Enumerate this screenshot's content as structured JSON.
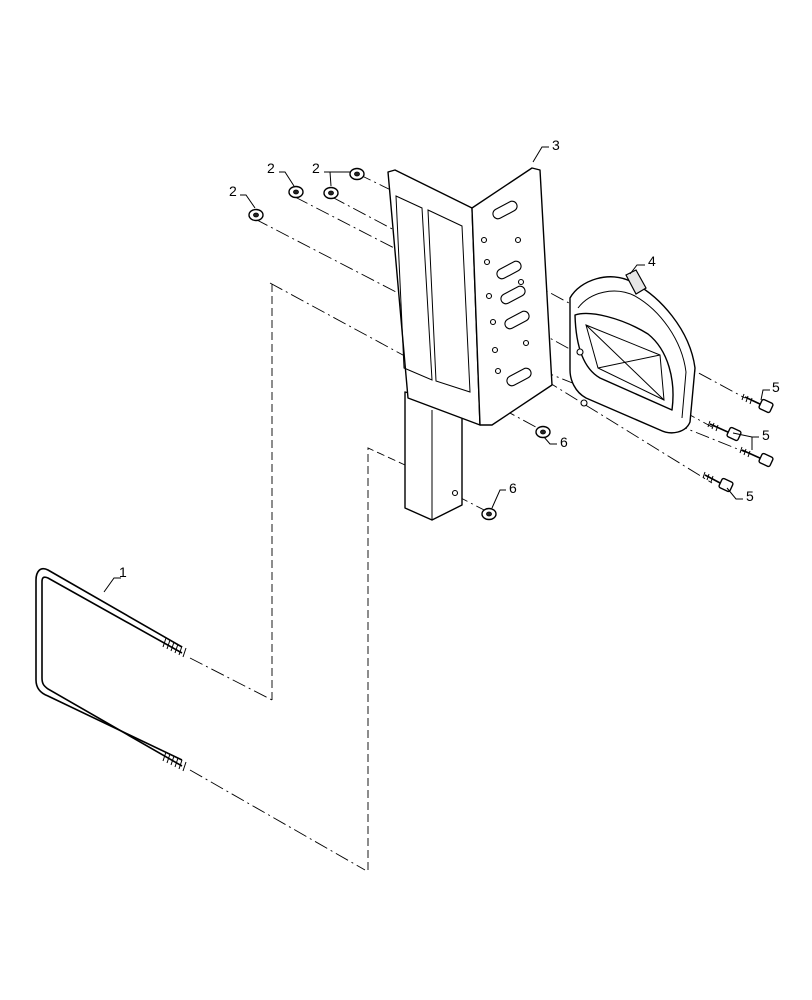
{
  "callouts": {
    "c1": "1",
    "c2a": "2",
    "c2b": "2",
    "c2c": "2",
    "c3": "3",
    "c4": "4",
    "c5a": "5",
    "c5b": "5",
    "c5c": "5",
    "c6a": "6",
    "c6b": "6"
  }
}
